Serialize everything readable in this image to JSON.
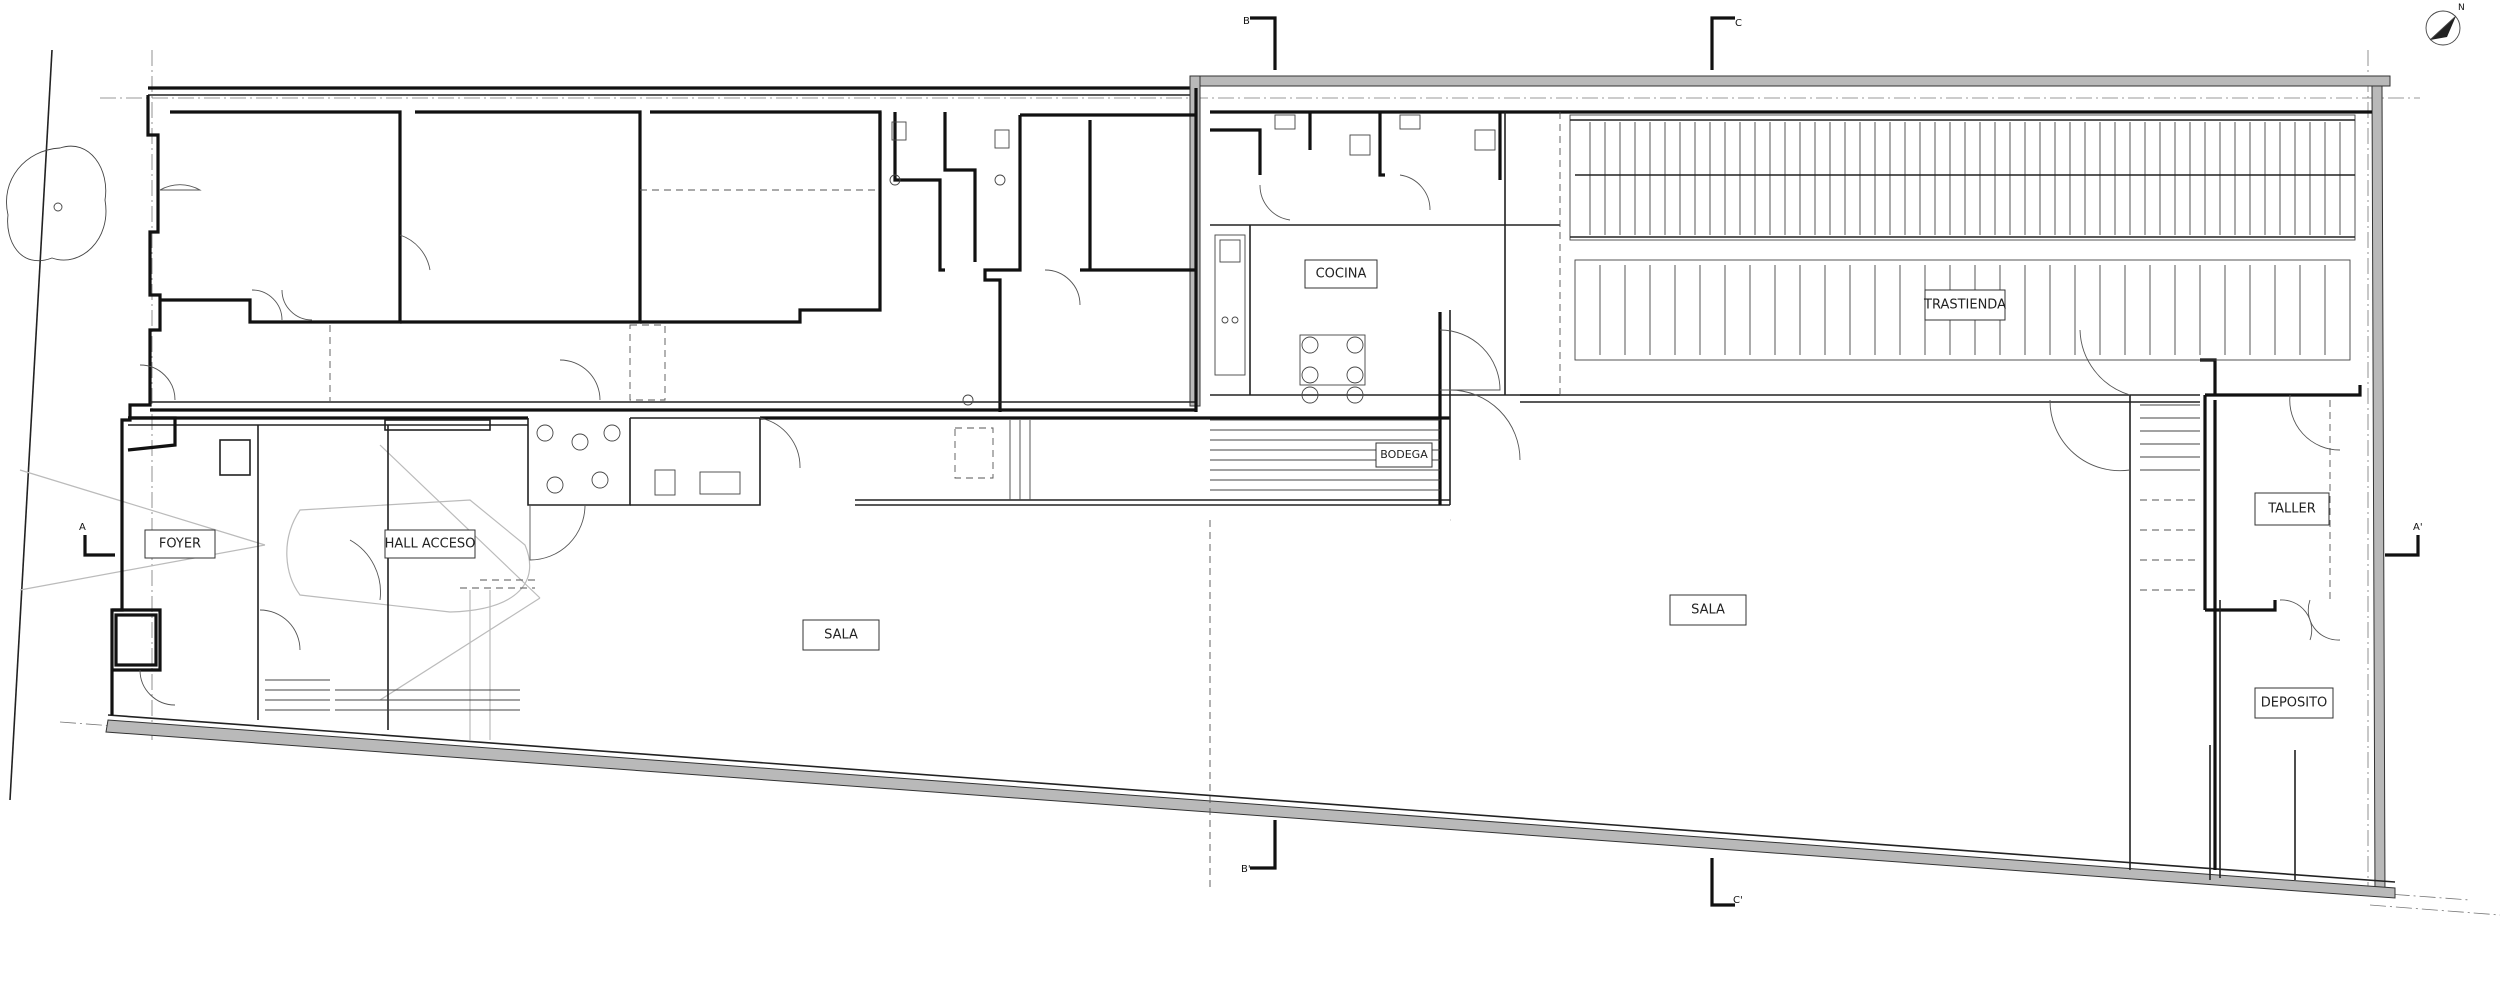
{
  "rooms": {
    "foyer": "FOYER",
    "hall": "HALL ACCESO",
    "sala_left": "SALA",
    "sala_right": "SALA",
    "cocina": "COCINA",
    "bodega": "BODEGA",
    "trastienda": "TRASTIENDA",
    "taller": "TALLER",
    "deposito": "DEPOSITO"
  },
  "section_markers": {
    "a": "A",
    "a_prime": "A'",
    "b": "B",
    "b_prime": "B'",
    "c": "C",
    "c_prime": "C'"
  },
  "north_arrow": {
    "icon": "north-arrow-icon",
    "label": "N"
  }
}
